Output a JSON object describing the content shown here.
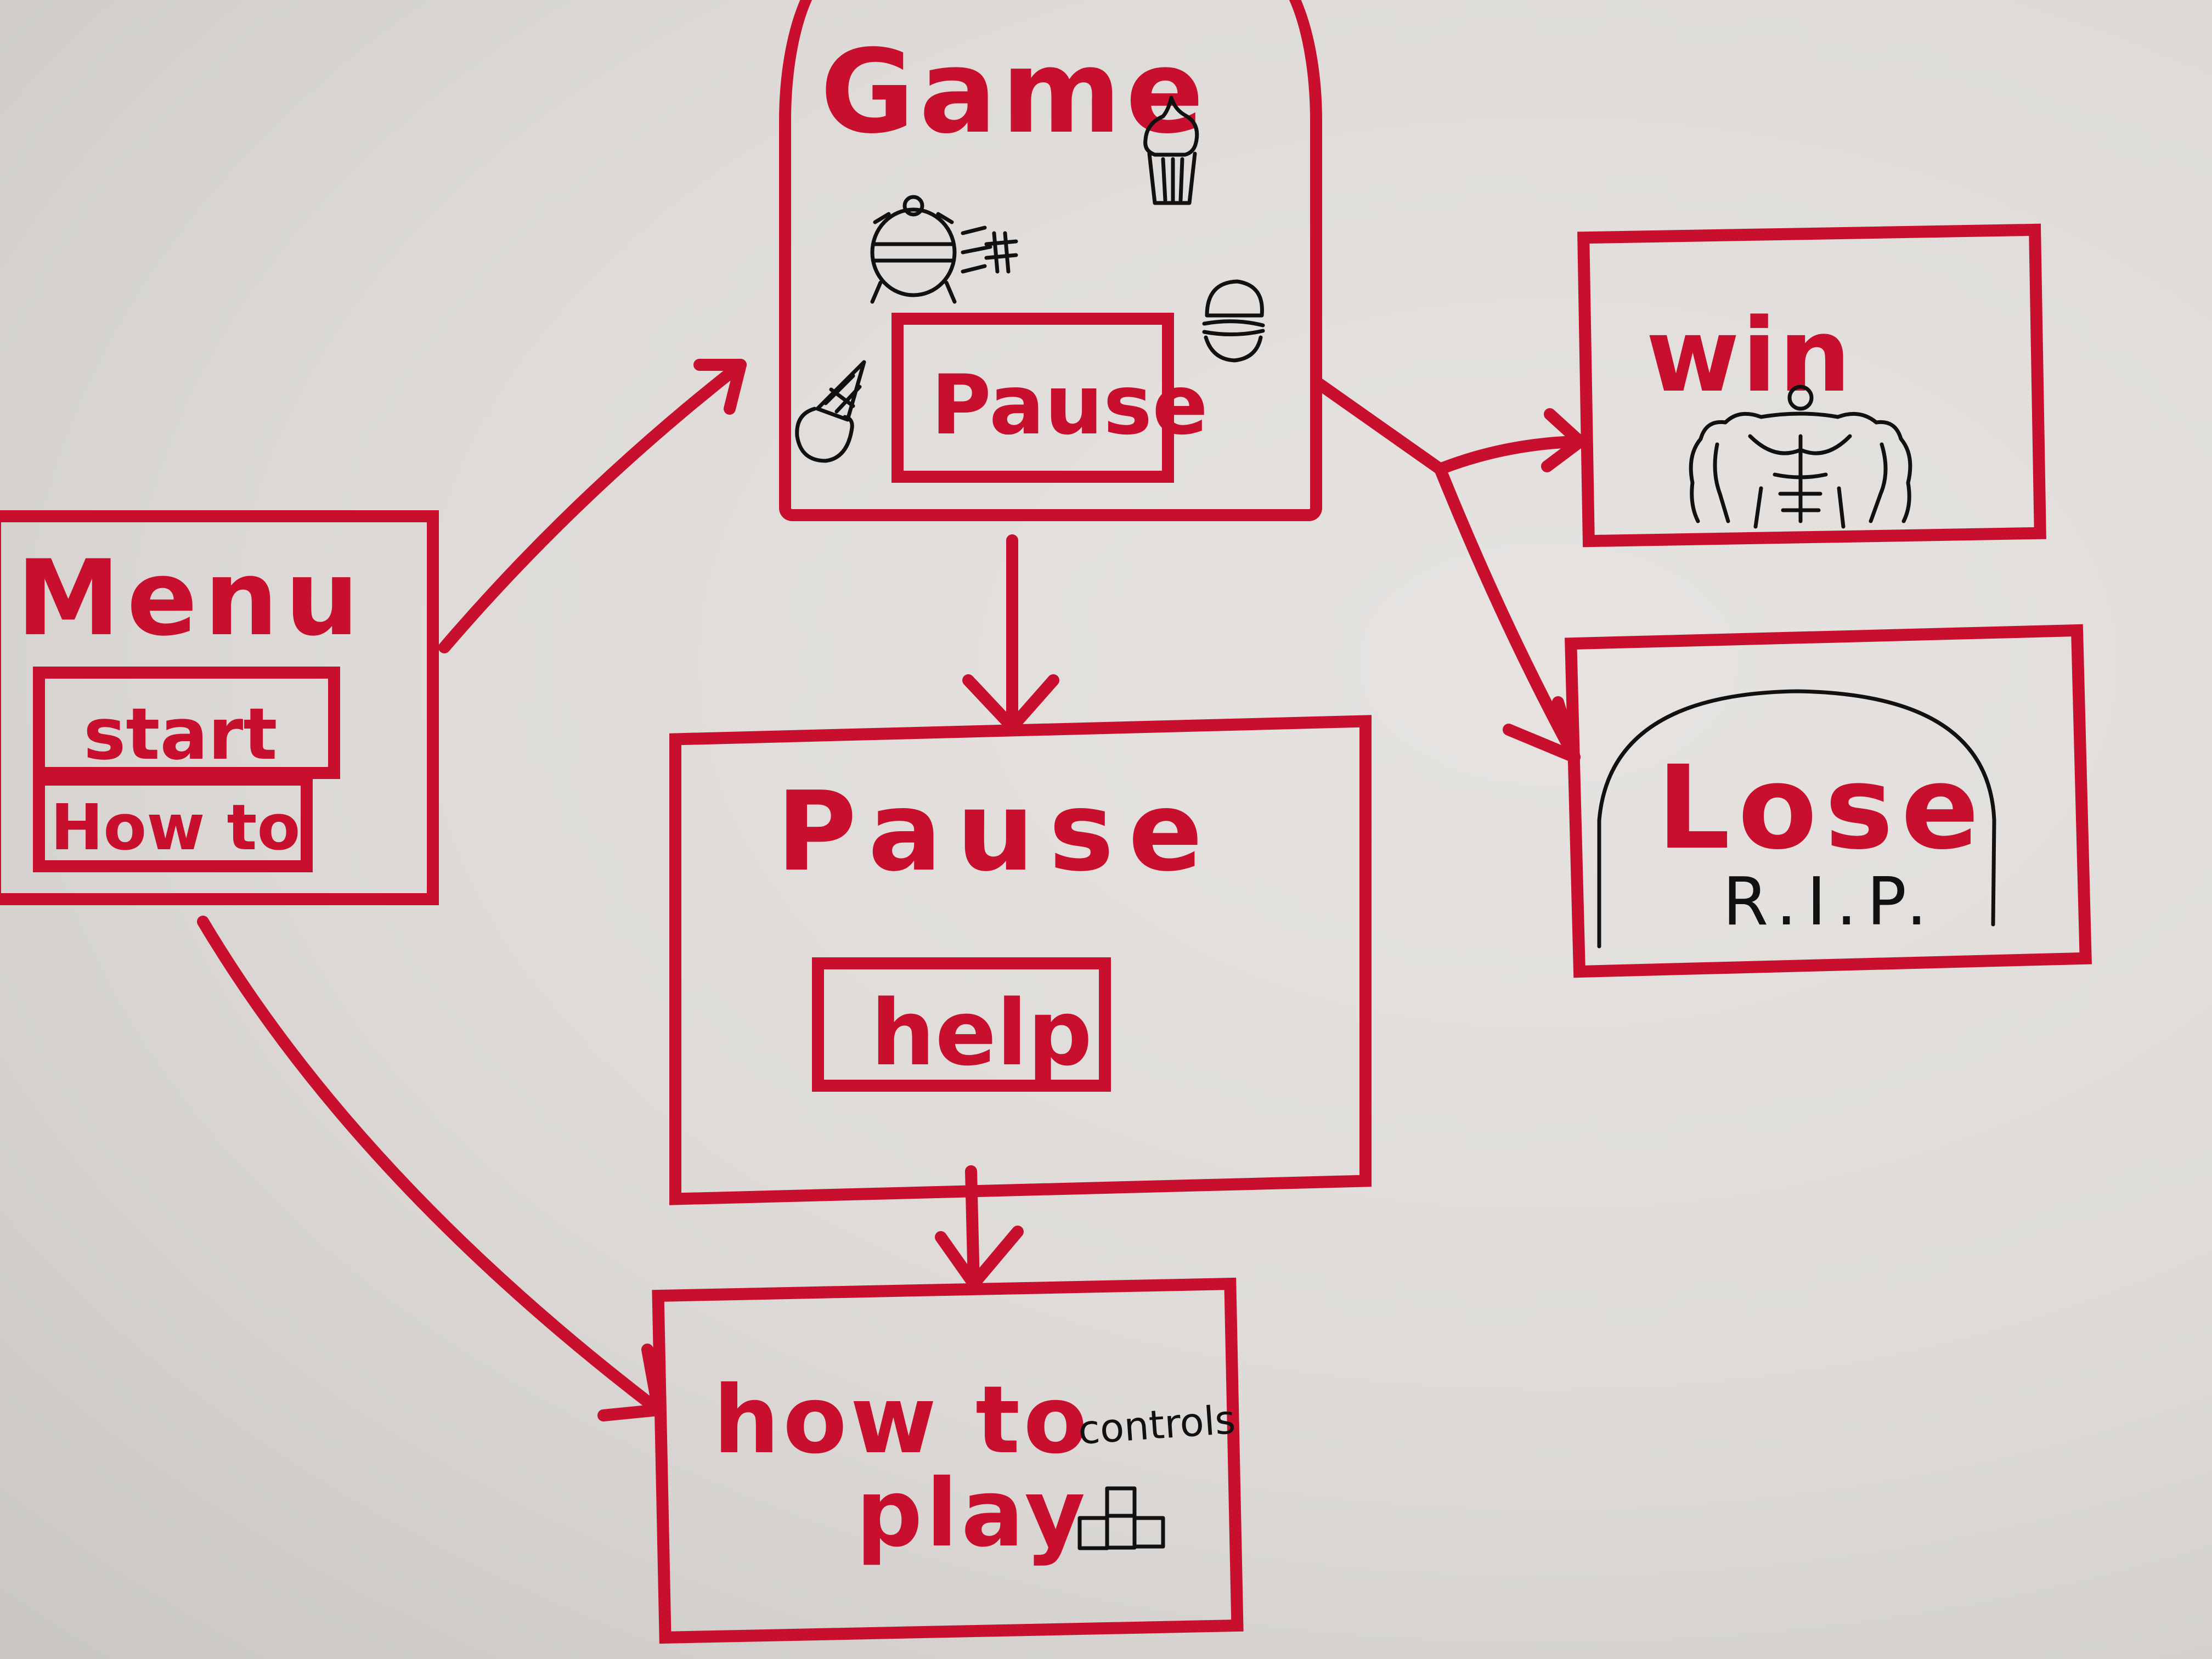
{
  "colors": {
    "ink_red": "#c8102e",
    "ink_black": "#111111",
    "paper": "#dddad7"
  },
  "nodes": {
    "menu": {
      "title": "Menu",
      "start_label": "start",
      "howto_label": "How to"
    },
    "game": {
      "title": "Game",
      "pause_label": "Pause"
    },
    "pause": {
      "title": "Pause",
      "help_label": "help"
    },
    "howtoplay": {
      "line1": "how to",
      "line2": "play",
      "controls_label": "controls"
    },
    "win": {
      "title": "win"
    },
    "lose": {
      "title": "Lose",
      "epitaph": "R.I.P."
    }
  },
  "edges": [
    {
      "from": "Menu",
      "to": "Game"
    },
    {
      "from": "Menu",
      "to": "how to play"
    },
    {
      "from": "Game",
      "to": "Pause"
    },
    {
      "from": "Pause",
      "to": "how to play"
    },
    {
      "from": "Game",
      "to": "win"
    },
    {
      "from": "Game",
      "to": "Lose"
    }
  ],
  "icons": [
    "cupcake-icon",
    "bomb-character-icon",
    "burger-icon",
    "ice-cream-cone-icon",
    "muscle-man-icon",
    "tombstone-icon",
    "arrow-keys-icon"
  ]
}
